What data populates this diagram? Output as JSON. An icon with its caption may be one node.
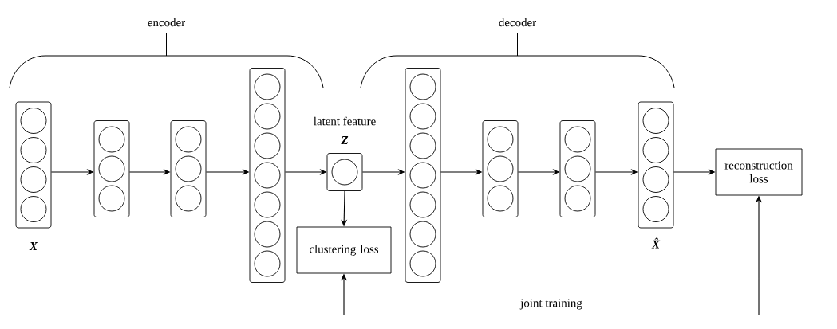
{
  "diagram": {
    "nodes": [
      {
        "text": [],
        "shape": "box",
        "beside": [
          "X"
        ]
      },
      {
        "text": [],
        "shape": "box"
      },
      {
        "text": [],
        "shape": "box"
      },
      {
        "text": [],
        "shape": "box"
      },
      {
        "text": [],
        "shape": "box",
        "beside": [
          "latent feature",
          "Z"
        ]
      },
      {
        "text": [],
        "shape": "box"
      },
      {
        "text": [],
        "shape": "box"
      },
      {
        "text": [],
        "shape": "box"
      },
      {
        "text": [],
        "shape": "box",
        "beside": [
          "X̂"
        ]
      },
      {
        "text": [
          "reconstruction loss"
        ]
      },
      {
        "text": [
          "clustering loss"
        ]
      }
    ],
    "edges": [
      {
        "from": 0,
        "to": 1,
        "arrow": "to"
      },
      {
        "from": 1,
        "to": 2,
        "arrow": "to"
      },
      {
        "from": 2,
        "to": 3,
        "arrow": "to"
      },
      {
        "from": 3,
        "to": 4,
        "arrow": "to"
      },
      {
        "from": 4,
        "to": 5,
        "arrow": "to"
      },
      {
        "from": 5,
        "to": 6,
        "arrow": "to"
      },
      {
        "from": 6,
        "to": 7,
        "arrow": "to"
      },
      {
        "from": 7,
        "to": 8,
        "arrow": "to"
      },
      {
        "from": 8,
        "to": 9,
        "arrow": "to"
      },
      {
        "from": 4,
        "to": 10,
        "arrow": "to"
      },
      {
        "from": 10,
        "to": 9,
        "arrow": "both",
        "label": "joint training"
      }
    ],
    "labels": [
      "encoder",
      "decoder"
    ]
  }
}
